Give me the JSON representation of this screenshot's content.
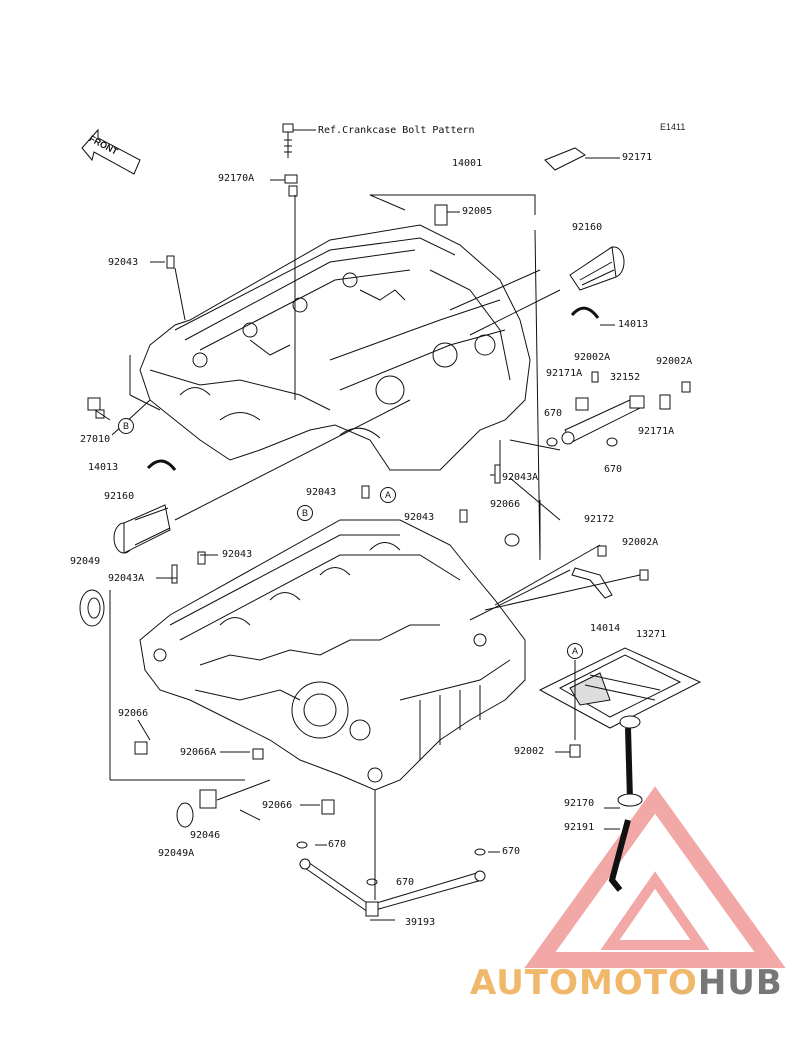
{
  "diagram_code": "E1411",
  "front_label": "FRONT",
  "circle_labels": {
    "a": "A",
    "b": "B"
  },
  "watermark": {
    "part1": "AUTOMOTO",
    "part2": "HUB",
    "color1": "#f0b86a",
    "color2": "#777777",
    "triangle_color": "#f08c8c"
  },
  "labels": {
    "bolt_pattern": "Ref.Crankcase Bolt Pattern",
    "p14001": "14001",
    "p92171": "92171",
    "p92170A": "92170A",
    "p92005": "92005",
    "p92043_top": "92043",
    "p92160_r": "92160",
    "p14013_r": "14013",
    "p92002A_1": "92002A",
    "p92002A_2": "92002A",
    "p92171A_1": "92171A",
    "p32152": "32152",
    "p670_1": "670",
    "p92171A_2": "92171A",
    "p670_2": "670",
    "p27010": "27010",
    "p14013_l": "14013",
    "p92043A_mid": "92043A",
    "p92043_mid": "92043",
    "p92043_mid2": "92043",
    "p92066_top": "92066",
    "p92160_l": "92160",
    "p92172": "92172",
    "p92002A_3": "92002A",
    "p92049": "92049",
    "p92043A_l": "92043A",
    "p92043_l": "92043",
    "p14014": "14014",
    "p13271": "13271",
    "p92066_l": "92066",
    "p92066A": "92066A",
    "p92002": "92002",
    "p92066_bot": "92066",
    "p92170": "92170",
    "p92046": "92046",
    "p92049A": "92049A",
    "p92191": "92191",
    "p670_3": "670",
    "p670_4": "670",
    "p670_5": "670",
    "p39193": "39193"
  }
}
